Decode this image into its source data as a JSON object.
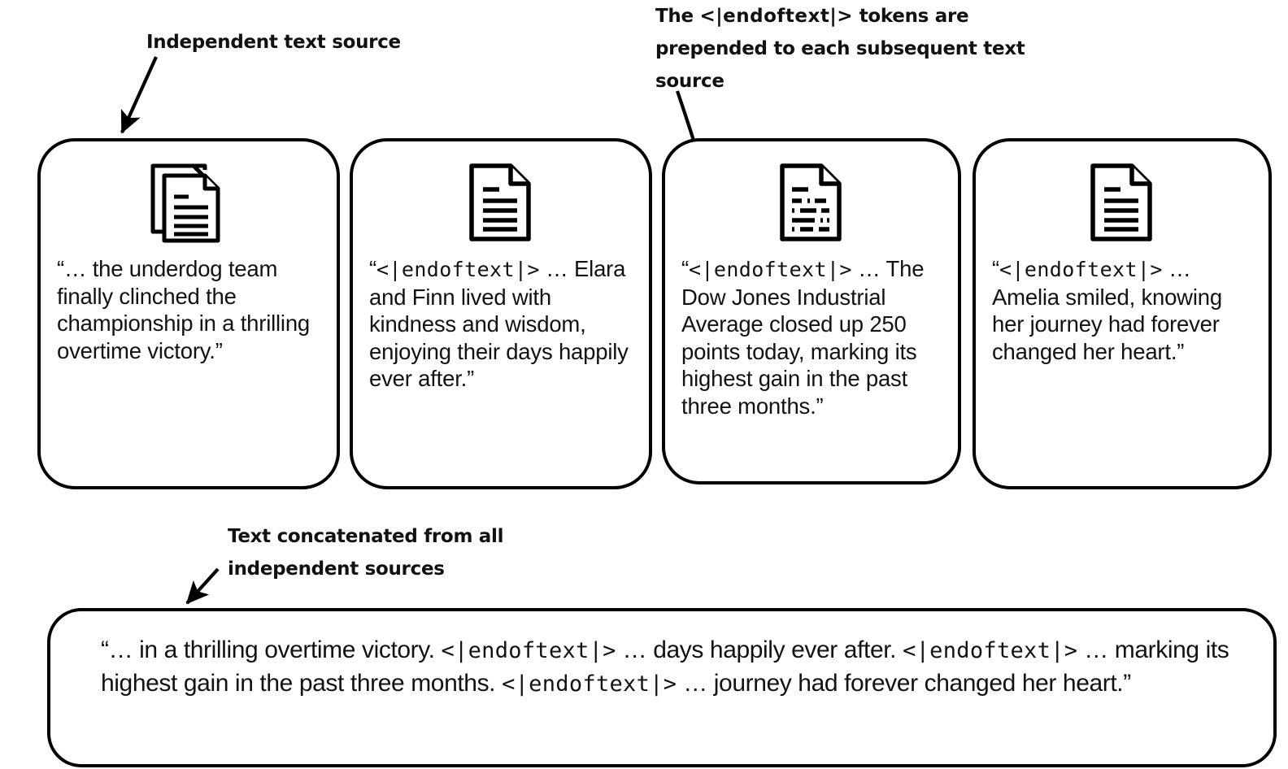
{
  "annotations": {
    "independent_source": {
      "text": "Independent text source",
      "name": "independent-text-source-label"
    },
    "prepended": {
      "prefix": "The ",
      "token": "<|endoftext|>",
      "suffix": " tokens are prepended to each subsequent text source",
      "name": "endoftext-prepended-label"
    },
    "concatenated": {
      "text": "Text concatenated from all independent sources",
      "name": "concatenated-text-label"
    }
  },
  "cards": [
    {
      "id": "card-0",
      "icon": "stacked-document-icon",
      "icon_pages": 2,
      "icon_line_style": "solid",
      "has_token": false,
      "open_quote": "“",
      "token": "",
      "text": "… the underdog team finally clinched the championship in a thrilling overtime victory.”"
    },
    {
      "id": "card-1",
      "icon": "document-icon",
      "icon_pages": 1,
      "icon_line_style": "solid",
      "has_token": true,
      "open_quote": "“",
      "token": "<|endoftext|>",
      "text": " … Elara and Finn lived with kindness and wisdom, enjoying their days happily ever after.”"
    },
    {
      "id": "card-2",
      "icon": "document-code-icon",
      "icon_pages": 1,
      "icon_line_style": "dashed",
      "has_token": true,
      "open_quote": "“",
      "token": "<|endoftext|>",
      "text": " … The Dow Jones Industrial Average closed up 250 points today, marking its highest gain in the past three months.”"
    },
    {
      "id": "card-3",
      "icon": "document-icon",
      "icon_pages": 1,
      "icon_line_style": "solid",
      "has_token": true,
      "open_quote": "“",
      "token": "<|endoftext|>",
      "text": " … Amelia smiled, knowing her journey had forever changed her heart.”"
    }
  ],
  "concatenated": {
    "open_quote": "“",
    "token": "<|endoftext|>",
    "segment_1": "… in a thrilling overtime victory. ",
    "segment_2": " … days happily ever after. ",
    "segment_3": " … marking its highest gain in the past three months. ",
    "segment_4": " … journey had forever changed her heart.”"
  },
  "colors": {
    "stroke": "#000000",
    "text": "#121212",
    "background": "#ffffff"
  }
}
